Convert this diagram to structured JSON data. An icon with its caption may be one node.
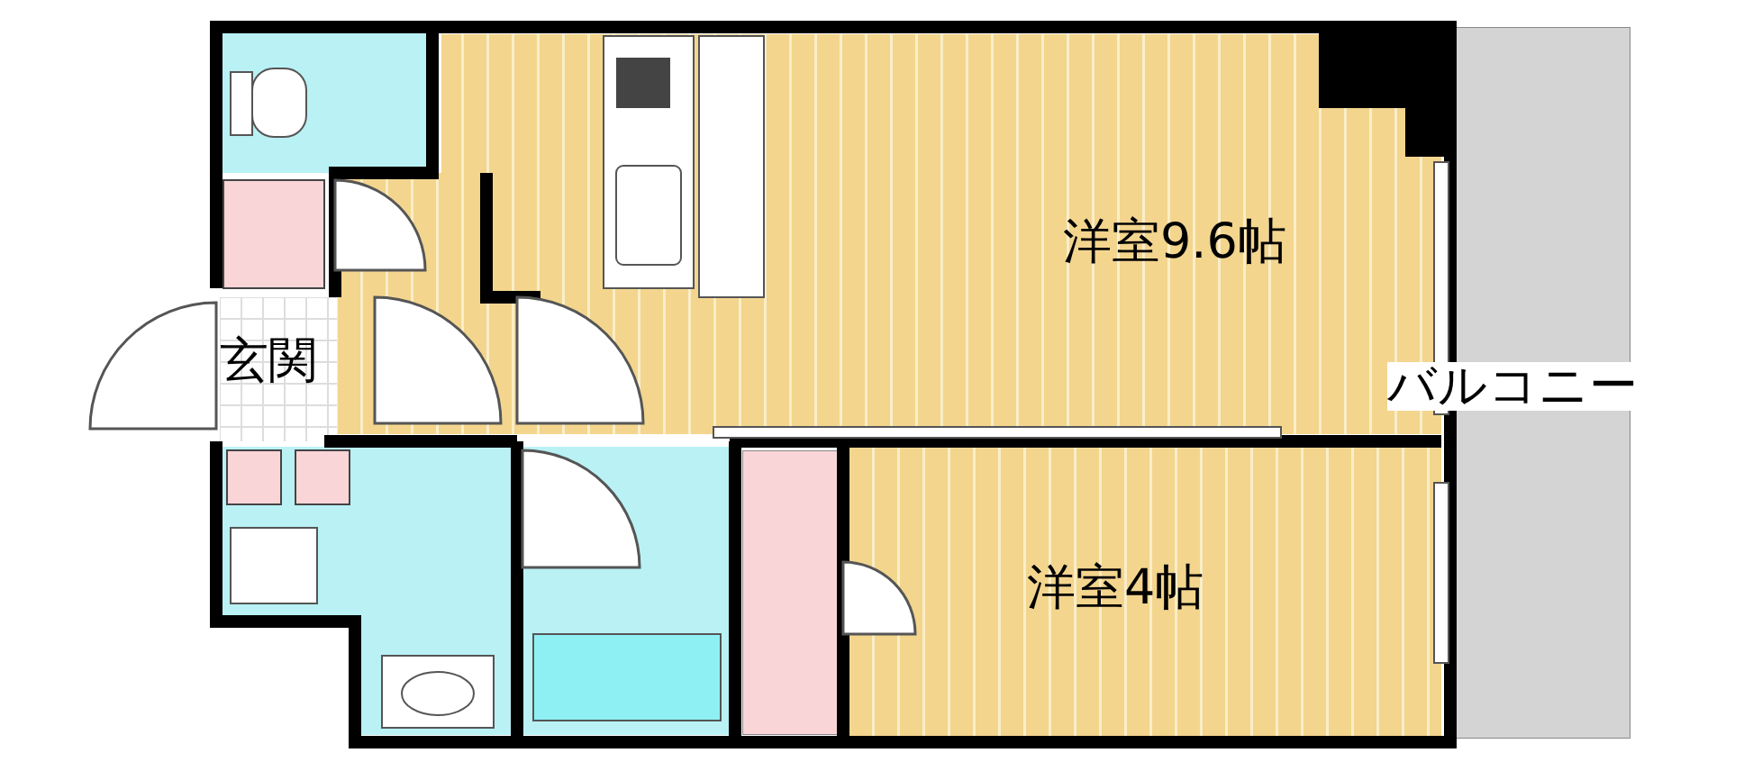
{
  "diagram": {
    "nodes": [
      {
        "text": [
          "洋室9.6帖"
        ]
      },
      {
        "text": [
          "玄関"
        ]
      },
      {
        "text": [
          "バルコニー"
        ]
      },
      {
        "text": [
          "洋室4帖"
        ]
      },
      {
        "text": [],
        "shape": "box"
      },
      {
        "text": [],
        "shape": "box"
      },
      {
        "text": [],
        "shape": "box"
      },
      {
        "text": [],
        "shape": "box"
      }
    ]
  }
}
